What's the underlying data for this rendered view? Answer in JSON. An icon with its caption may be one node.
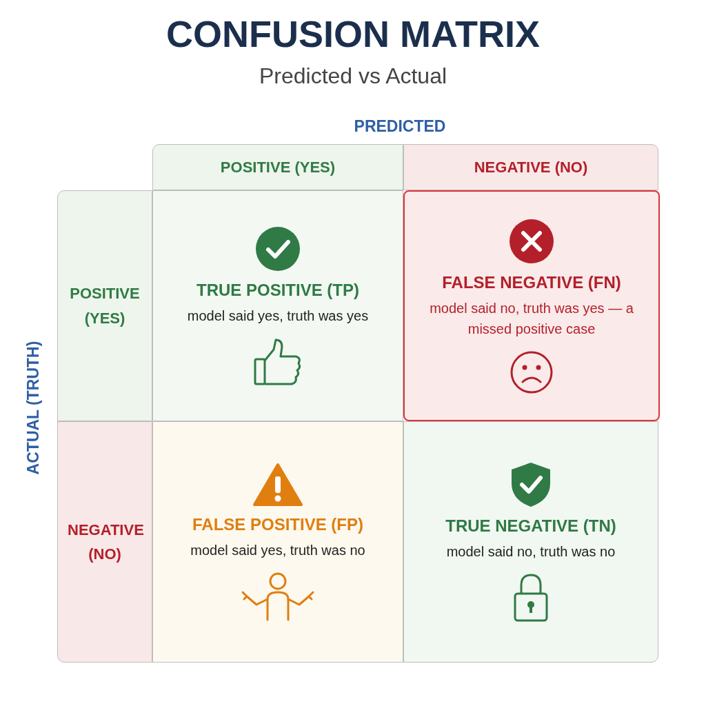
{
  "diagram": {
    "title": "CONFUSION MATRIX",
    "nodes": [
      {
        "text": [
          "POSITIVE (YES)"
        ]
      },
      {
        "text": [
          "NEGATIVE (NO)"
        ]
      },
      {
        "text": [
          "POSITIVE (YES)"
        ]
      },
      {
        "text": [
          "TRUE POSITIVE (TP)",
          "model said yes, truth was yes"
        ]
      },
      {
        "text": [
          "FALSE NEGATIVE (FN)",
          "model said no, truth was yes — a missed positive case"
        ]
      },
      {
        "text": [
          "NEGATIVE (NO)"
        ]
      },
      {
        "text": [
          "FALSE POSITIVE (FP)",
          "model said yes, truth was no"
        ]
      },
      {
        "text": [
          "TRUE NEGATIVE (TN)",
          "model said no, truth was no"
        ]
      }
    ],
    "edges": [],
    "labels": [
      "Predicted vs Actual",
      "PREDICTED",
      "ACTUAL (TRUTH)"
    ]
  }
}
